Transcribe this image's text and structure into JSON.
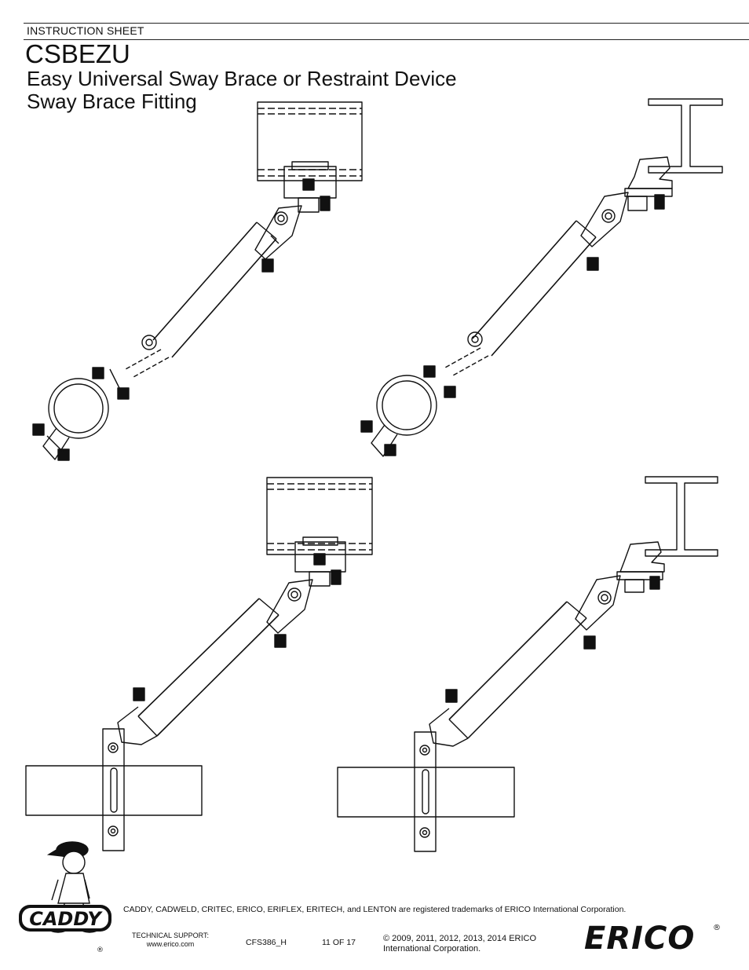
{
  "header": {
    "sheet_label": "INSTRUCTION SHEET",
    "product_code": "CSBEZU",
    "subtitle_line1": "Easy Universal Sway Brace or Restraint Device",
    "subtitle_line2": "Sway Brace Fitting"
  },
  "figures": {
    "icons": [
      "strut-attachment-pipe-clamp-assembly",
      "beam-clamp-pipe-clamp-assembly",
      "strut-attachment-strut-clamp-assembly",
      "beam-clamp-strut-clamp-assembly"
    ]
  },
  "footer": {
    "trademark_text": "CADDY, CADWELD, CRITEC, ERICO, ERIFLEX, ERITECH, and LENTON are registered trademarks of ERICO International Corporation.",
    "support_line1": "TECHNICAL SUPPORT:",
    "support_line2": "www.erico.com",
    "doc_number": "CFS386_H",
    "page_number": "11 OF 17",
    "copyright_line1": "© 2009, 2011, 2012, 2013, 2014 ERICO",
    "copyright_line2": "International Corporation.",
    "caddy_logo_text": "CADDY",
    "erico_logo_text": "ERICO",
    "registered_mark": "®"
  }
}
